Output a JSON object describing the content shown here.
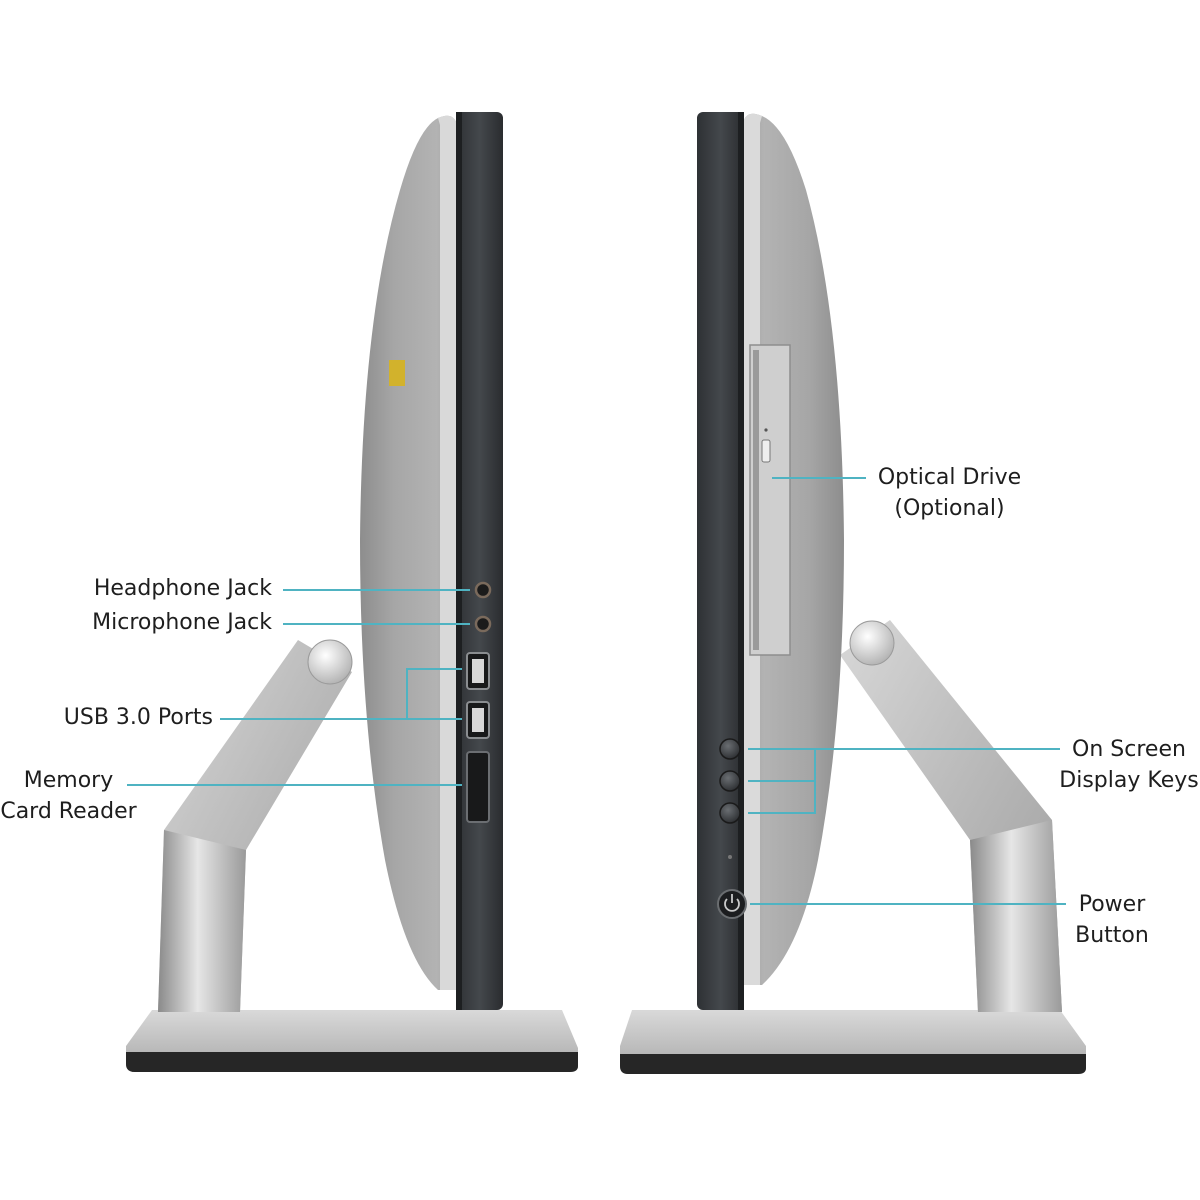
{
  "callout_color": "#4fb3c2",
  "labels": {
    "headphone_jack": "Headphone Jack",
    "microphone_jack": "Microphone Jack",
    "usb_ports": "USB 3.0 Ports",
    "memory_card_reader_1": "Memory",
    "memory_card_reader_2": "Card Reader",
    "optical_drive_1": "Optical Drive",
    "optical_drive_2": "(Optional)",
    "osd_keys_1": "On Screen",
    "osd_keys_2": "Display Keys",
    "power_button_1": "Power",
    "power_button_2": "Button"
  },
  "icons": {
    "headphone_port": "audio-jack-icon",
    "microphone_port": "audio-jack-icon",
    "usb_port": "usb-port-icon",
    "card_slot": "sd-slot-icon",
    "power": "power-icon"
  }
}
